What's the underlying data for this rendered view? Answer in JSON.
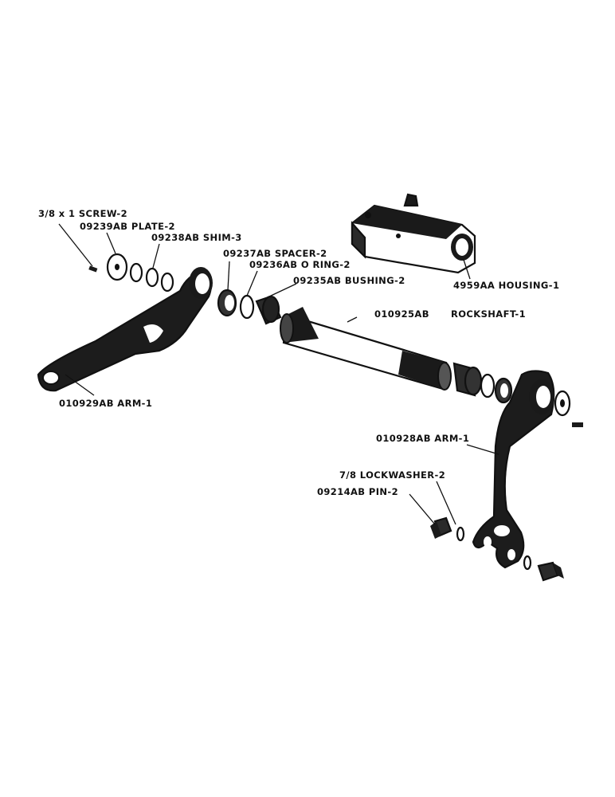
{
  "labels": {
    "screw": "3/8 x 1 SCREW-2",
    "plate": "09239AB PLATE-2",
    "shim": "09238AB SHIM-3",
    "spacer": "09237AB SPACER-2",
    "oring": "09236AB O RING-2",
    "bushing": "09235AB BUSHING-2",
    "housing": "4959AA HOUSING-1",
    "rockshaft_num": "010925AB",
    "rockshaft_name": "ROCKSHAFT-1",
    "arm_left": "010929AB ARM-1",
    "arm_right": "010928AB ARM-1",
    "lockwasher": "7/8 LOCKWASHER-2",
    "pin": "09214AB PIN-2"
  }
}
